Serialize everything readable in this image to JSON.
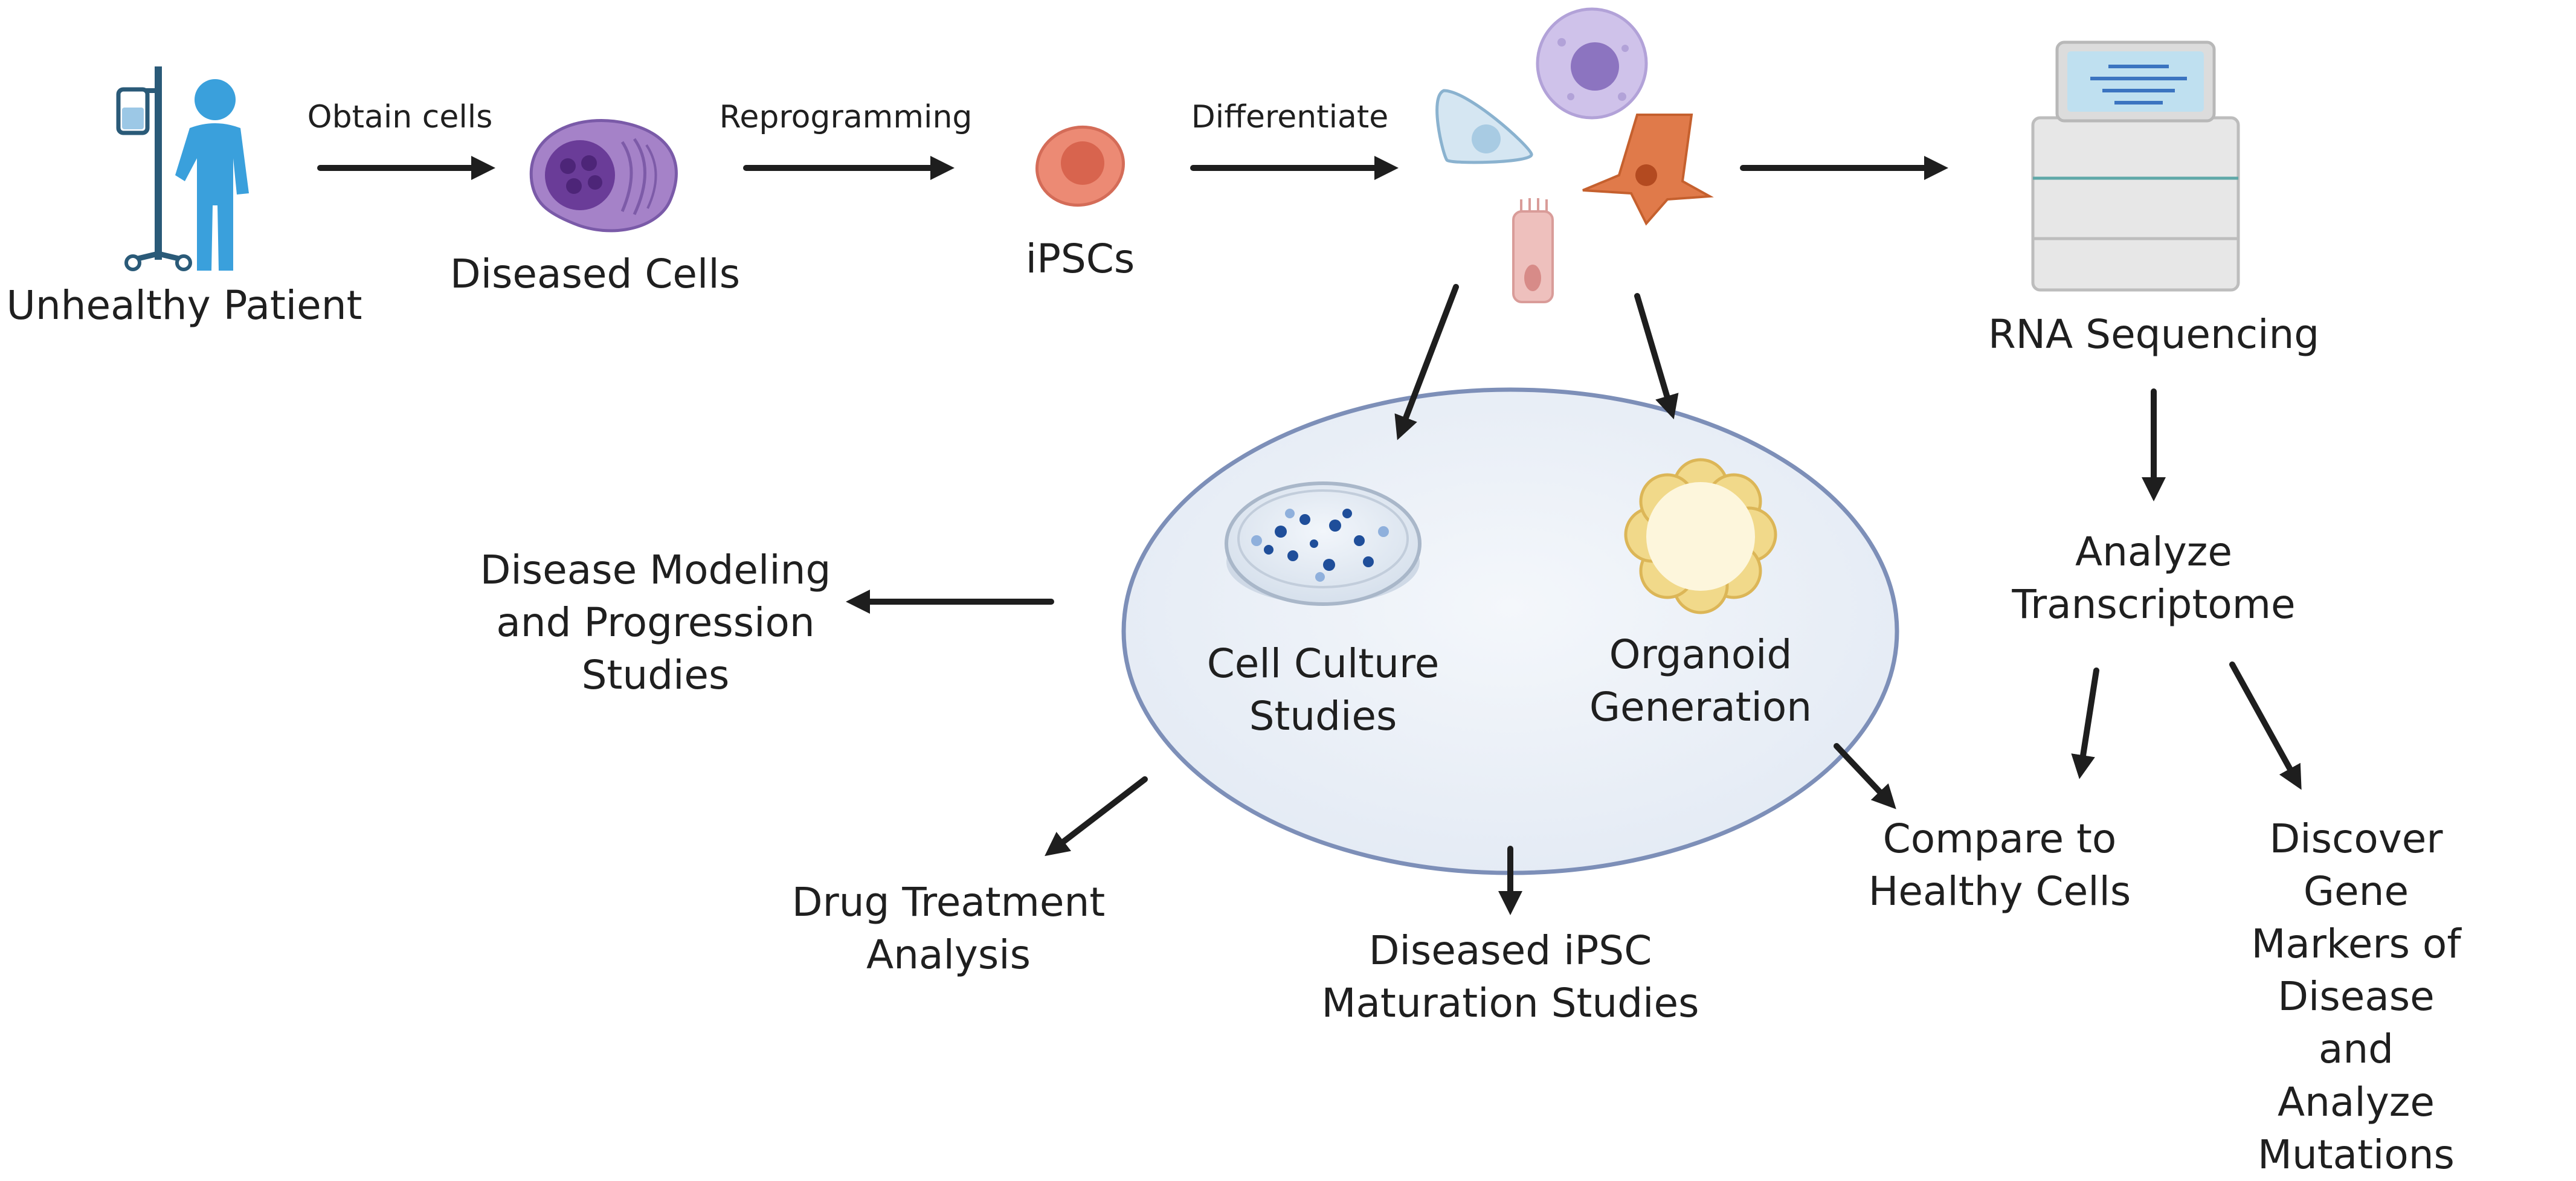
{
  "labels": {
    "unhealthy_patient": "Unhealthy Patient",
    "obtain_cells": "Obtain cells",
    "diseased_cells": "Diseased Cells",
    "reprogramming": "Reprogramming",
    "ipscs": "iPSCs",
    "differentiate": "Differentiate",
    "rna_sequencing": "RNA Sequencing",
    "analyze_transcriptome": "Analyze\nTranscriptome",
    "cell_culture_studies": "Cell Culture\nStudies",
    "organoid_generation": "Organoid\nGeneration",
    "disease_modeling": "Disease Modeling\nand Progression\nStudies",
    "drug_treatment": "Drug Treatment\nAnalysis",
    "maturation_studies": "Diseased iPSC\nMaturation Studies",
    "compare_healthy": "Compare to\nHealthy Cells",
    "discover_markers": "Discover Gene\nMarkers of Disease\nand Analyze Mutations"
  },
  "icons": {
    "patient": "patient-with-iv-icon",
    "diseased_cell": "diseased-cell-icon",
    "ipsc": "ipsc-cell-icon",
    "differentiated_cells": "differentiated-cells-icon",
    "sequencer": "rna-sequencer-icon",
    "petri_dish": "petri-dish-icon",
    "organoid": "organoid-icon"
  },
  "colors": {
    "patient": "#3aa0dc",
    "iv_pole": "#2a5a78",
    "diseased_cell": "#a582c8",
    "ipsc": "#ec8a74",
    "ellipse_fill": "#eaf0f8",
    "ellipse_stroke": "#7d8fb8",
    "arrow": "#1e1e1e"
  }
}
